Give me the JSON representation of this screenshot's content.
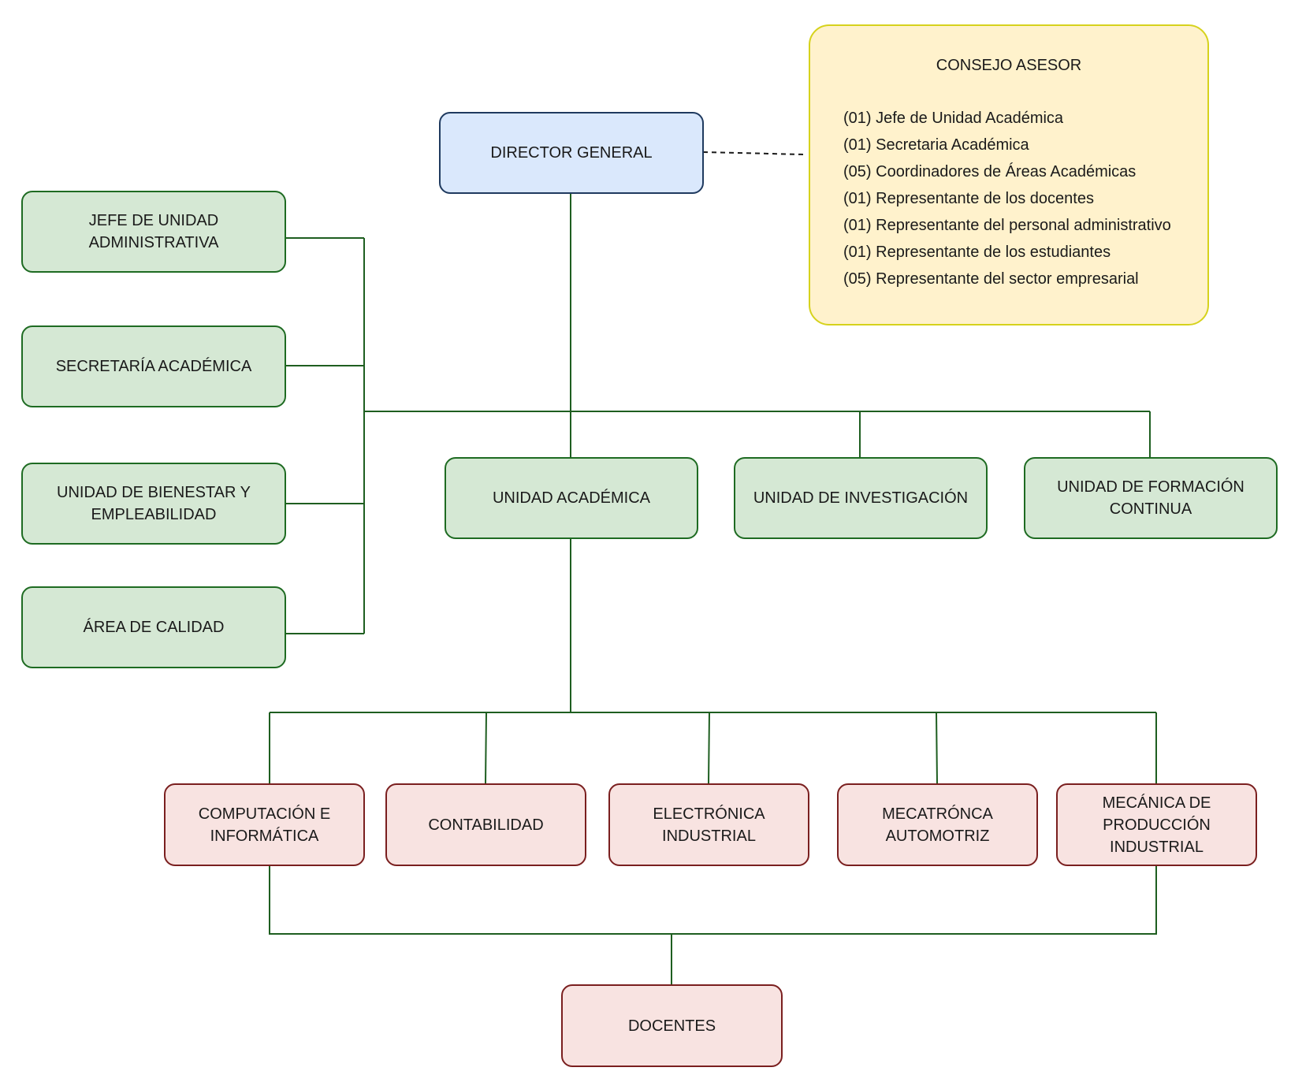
{
  "colors": {
    "director_fill": "#dae8fc",
    "director_border": "#1f3a5f",
    "unit_fill": "#d5e8d4",
    "unit_border": "#1e6b22",
    "career_fill": "#f8e3e1",
    "career_border": "#7a1f1f",
    "council_fill": "#fff2cc",
    "council_border": "#d6d21c",
    "connector": "#1e5e20"
  },
  "nodes": {
    "director": "DIRECTOR GENERAL",
    "jefe_admin": "JEFE DE UNIDAD\nADMINISTRATIVA",
    "secretaria": "SECRETARÍA ACADÉMICA",
    "bienestar": "UNIDAD DE BIENESTAR Y\nEMPLEABILIDAD",
    "calidad": "ÁREA DE CALIDAD",
    "academica": "UNIDAD ACADÉMICA",
    "investigacion": "UNIDAD DE INVESTIGACIÓN",
    "formacion": "UNIDAD DE FORMACIÓN\nCONTINUA",
    "computacion": "COMPUTACIÓN E\nINFORMÁTICA",
    "contabilidad": "CONTABILIDAD",
    "electronica": "ELECTRÓNICA\nINDUSTRIAL",
    "mecatronica": "MECATRÓNCA\nAUTOMOTRIZ",
    "mecanica": "MECÁNICA DE\nPRODUCCIÓN\nINDUSTRIAL",
    "docentes": "DOCENTES"
  },
  "council": {
    "title": "CONSEJO ASESOR",
    "members": [
      "(01) Jefe de Unidad Académica",
      "(01) Secretaria Académica",
      "(05) Coordinadores de Áreas Académicas",
      "(01) Representante de los docentes",
      "(01) Representante del personal administrativo",
      "(01) Representante de los estudiantes",
      "(05) Representante del sector empresarial"
    ]
  }
}
